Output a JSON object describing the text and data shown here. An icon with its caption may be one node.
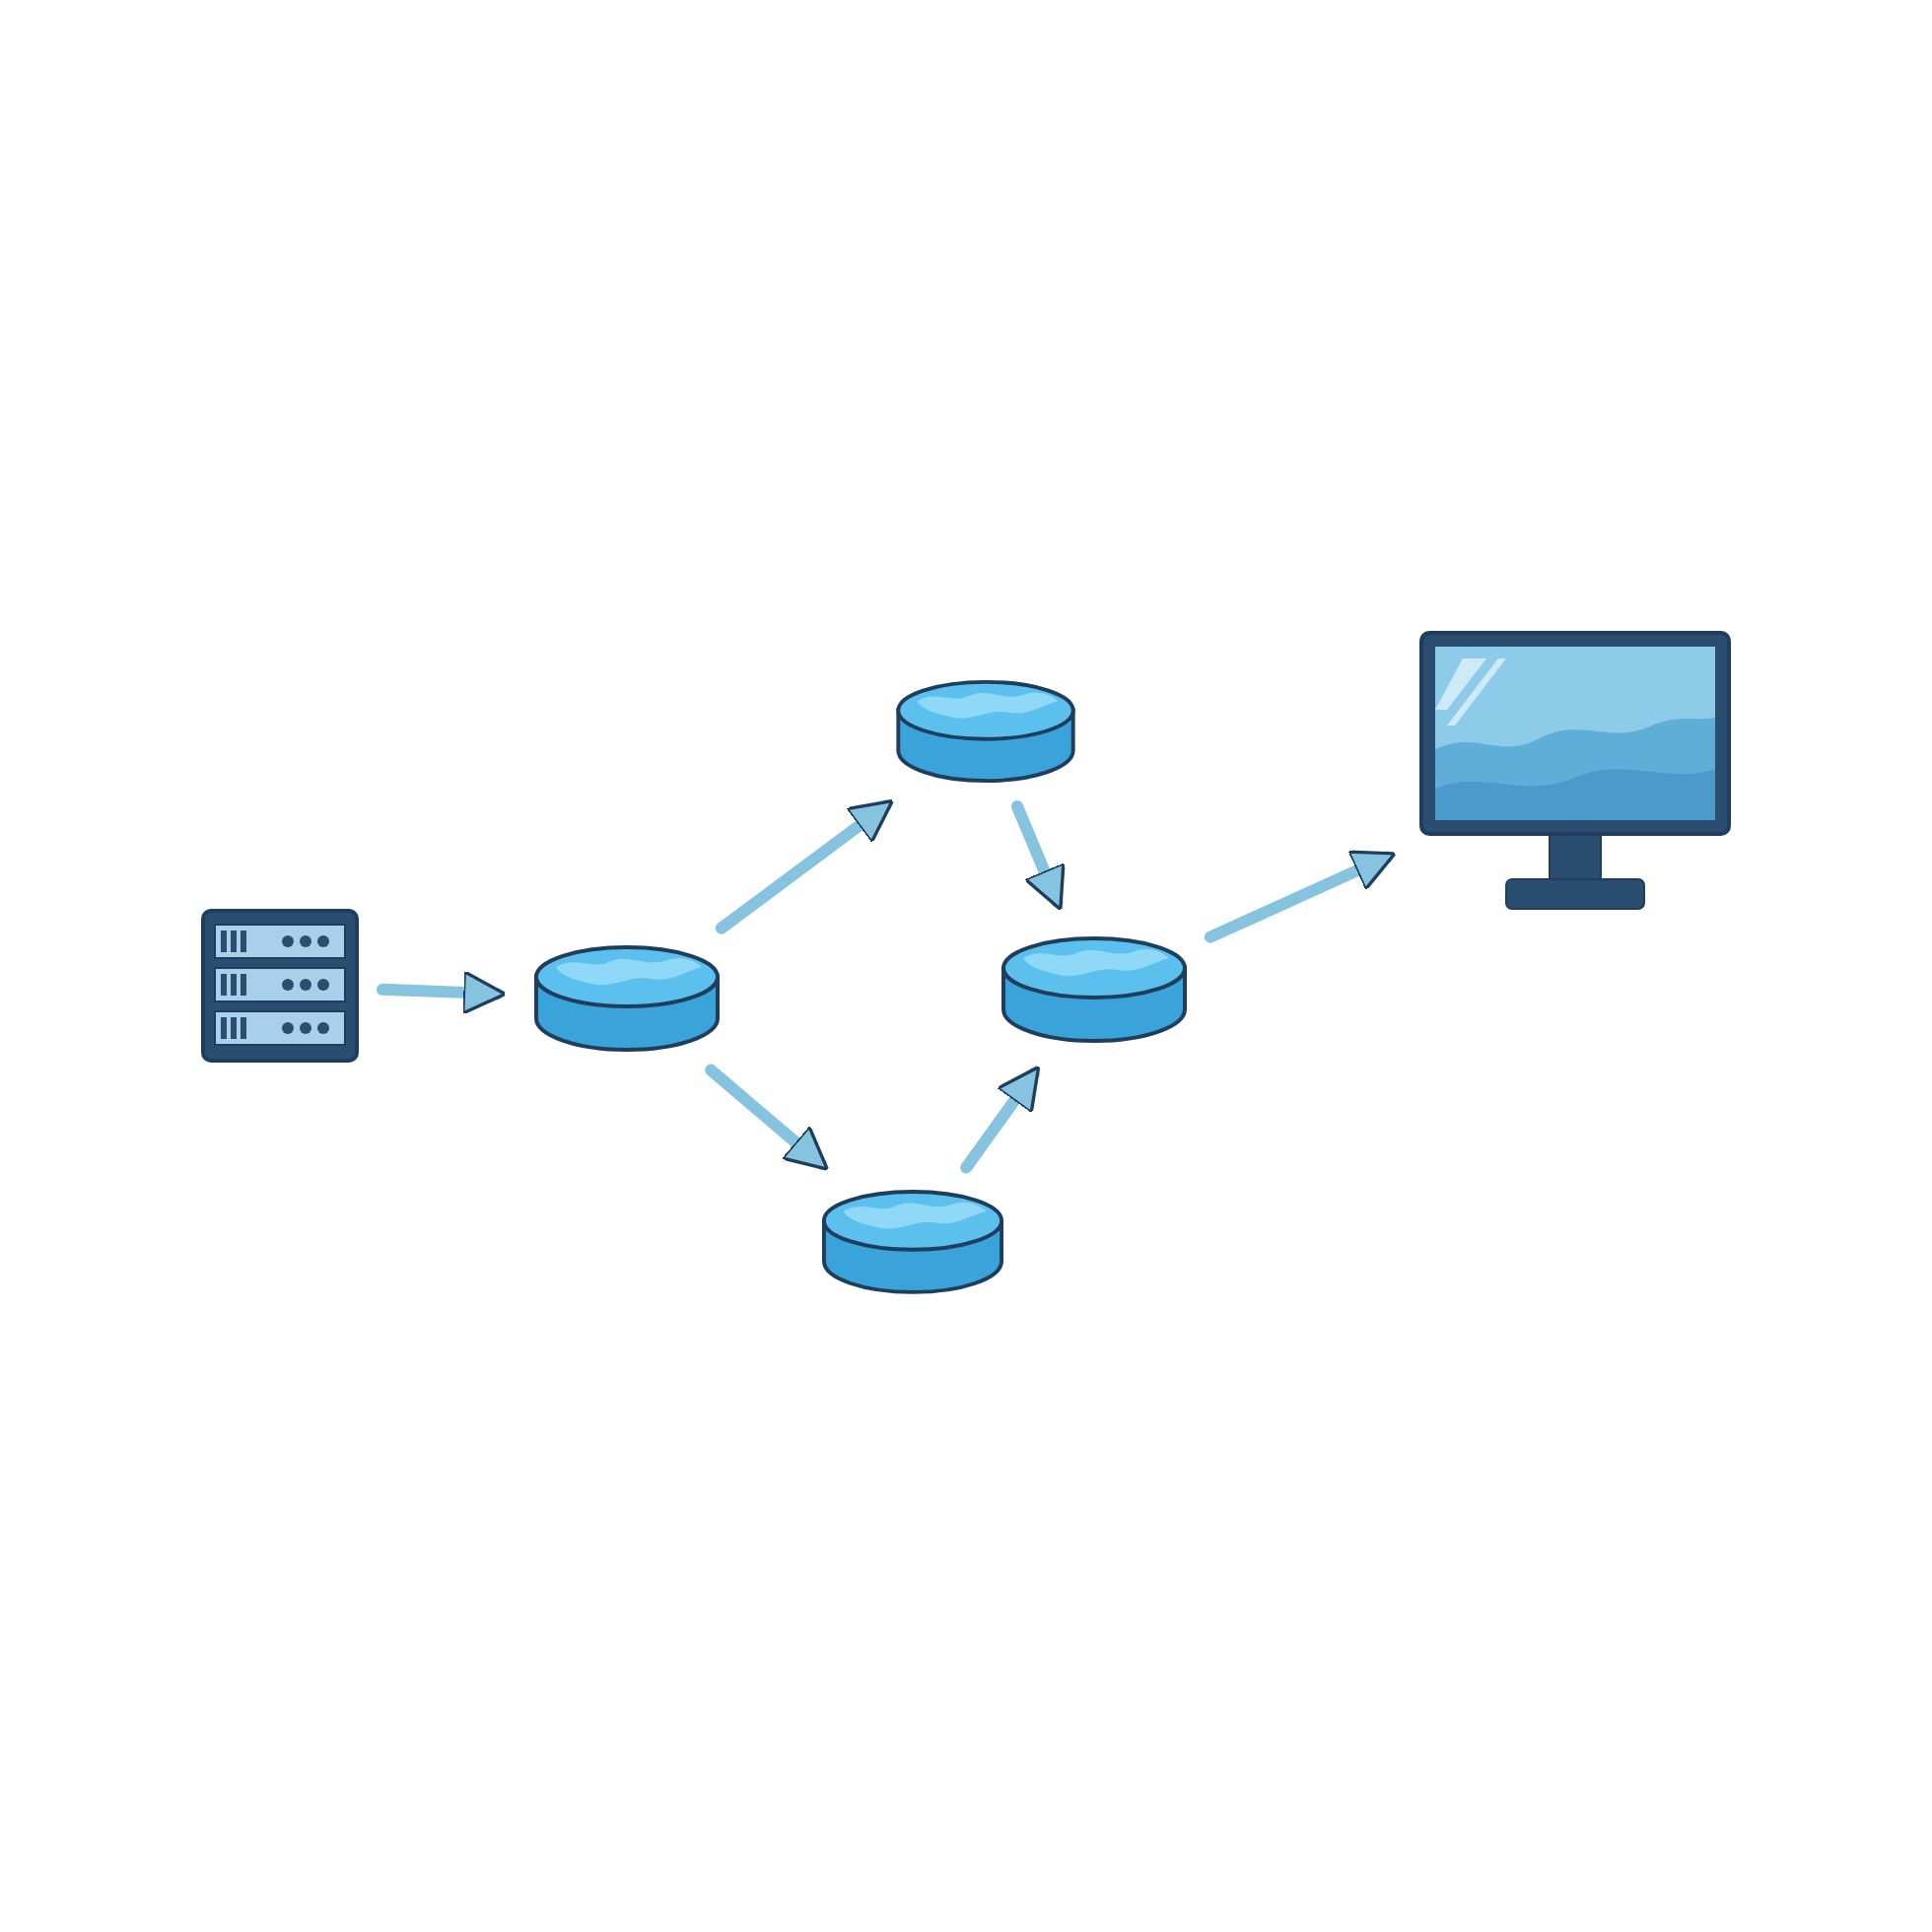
{
  "diagram": {
    "nodes": [
      {
        "text": [],
        "shape": "picture"
      },
      {
        "text": [],
        "shape": "cylinder"
      },
      {
        "text": [],
        "shape": "cylinder"
      },
      {
        "text": [],
        "shape": "cylinder"
      },
      {
        "text": [],
        "shape": "cylinder"
      },
      {
        "text": [],
        "shape": "picture"
      }
    ],
    "edges": [
      {
        "from": 0,
        "to": 1,
        "arrow": "to"
      },
      {
        "from": 1,
        "to": 3,
        "arrow": "to"
      },
      {
        "from": 1,
        "to": 2,
        "arrow": "to"
      },
      {
        "from": 3,
        "to": 4,
        "arrow": "to"
      },
      {
        "from": 2,
        "to": 4,
        "arrow": "to"
      },
      {
        "from": 4,
        "to": 5,
        "arrow": "to"
      }
    ]
  }
}
